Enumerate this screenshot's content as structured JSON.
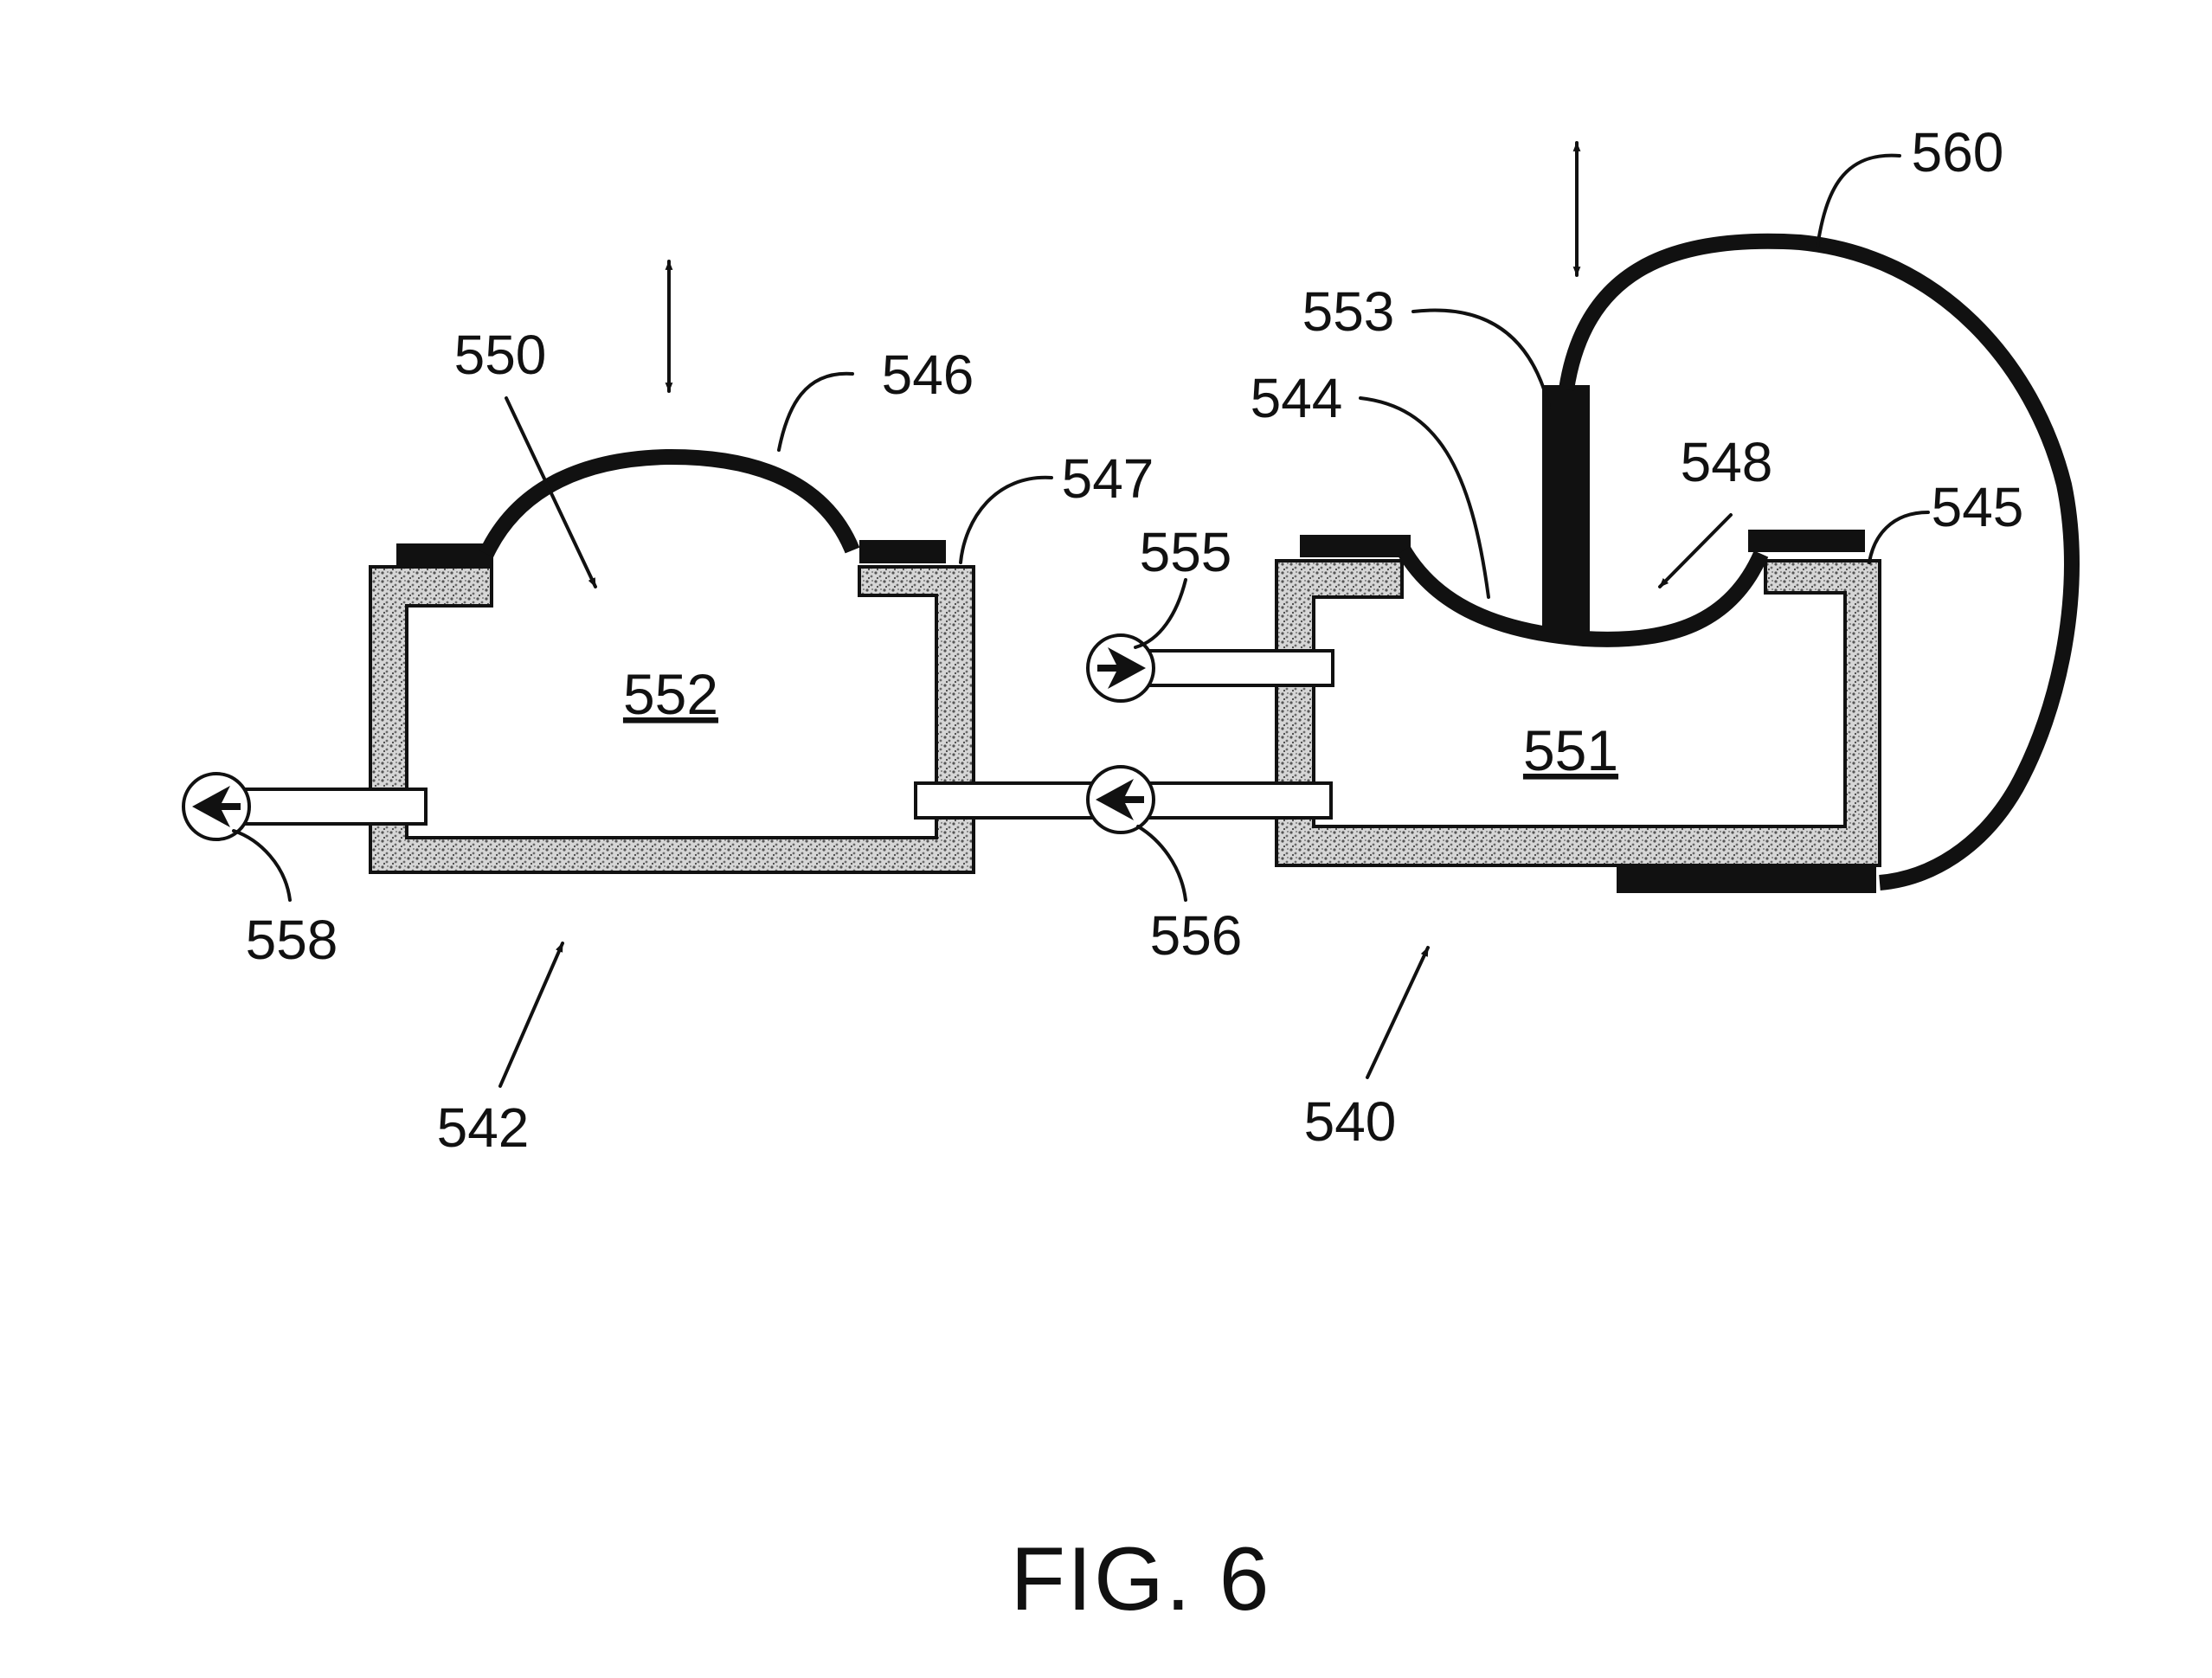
{
  "caption": "FIG. 6",
  "chambers": {
    "left": {
      "label": "552"
    },
    "right": {
      "label": "551"
    }
  },
  "refs": {
    "r540": "540",
    "r542": "542",
    "r544": "544",
    "r545": "545",
    "r546": "546",
    "r547": "547",
    "r548": "548",
    "r550": "550",
    "r553": "553",
    "r555": "555",
    "r556": "556",
    "r558": "558",
    "r560": "560"
  },
  "colors": {
    "ink": "#111111",
    "paper": "#ffffff",
    "stipple": "#cfcfcf"
  },
  "icons": {
    "valve": "check-valve-arrow-icon",
    "motion": "double-headed-arrow-icon"
  }
}
